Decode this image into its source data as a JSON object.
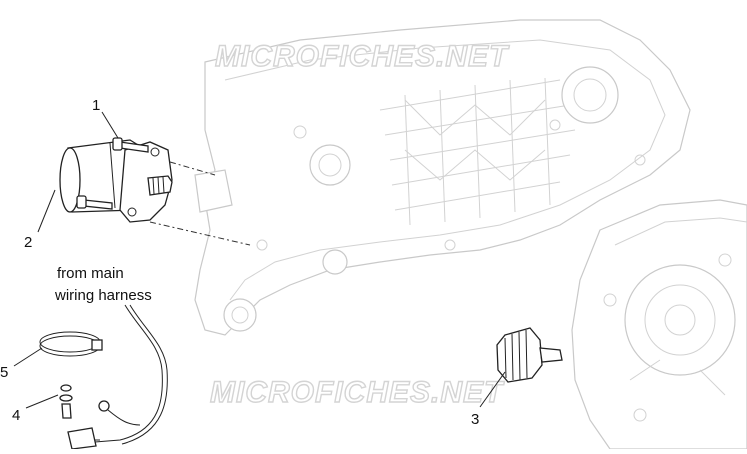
{
  "watermark": {
    "text_top": "MICROFICHES.NET",
    "text_bottom": "MICROFICHES.NET"
  },
  "callouts": [
    {
      "label": "1"
    },
    {
      "label": "2"
    },
    {
      "label": "3"
    },
    {
      "label": "4"
    },
    {
      "label": "5"
    }
  ],
  "note": {
    "line1": "from main",
    "line2": "wiring harness"
  },
  "colors": {
    "ink": "#222222",
    "ghost": "#c9c9c9"
  }
}
